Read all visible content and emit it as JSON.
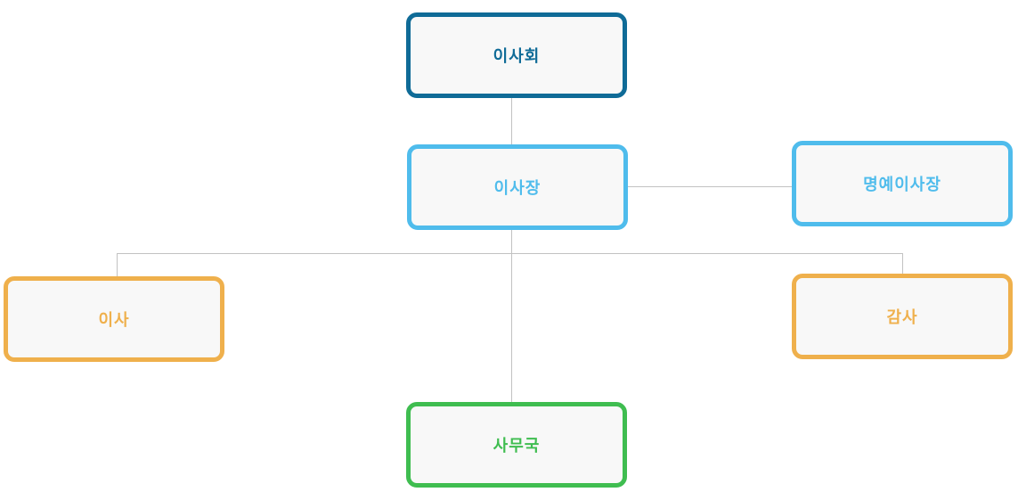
{
  "colors": {
    "dark_blue": "#0f6b97",
    "light_blue": "#4fbcec",
    "orange": "#efb04c",
    "green": "#3fbd50",
    "connector": "#c2c2c2",
    "box_fill": "#f8f8f8"
  },
  "org_chart": {
    "board": "이사회",
    "chairman": "이사장",
    "honorary_chairman": "명예이사장",
    "director": "이사",
    "auditor": "감사",
    "secretariat": "사무국"
  }
}
